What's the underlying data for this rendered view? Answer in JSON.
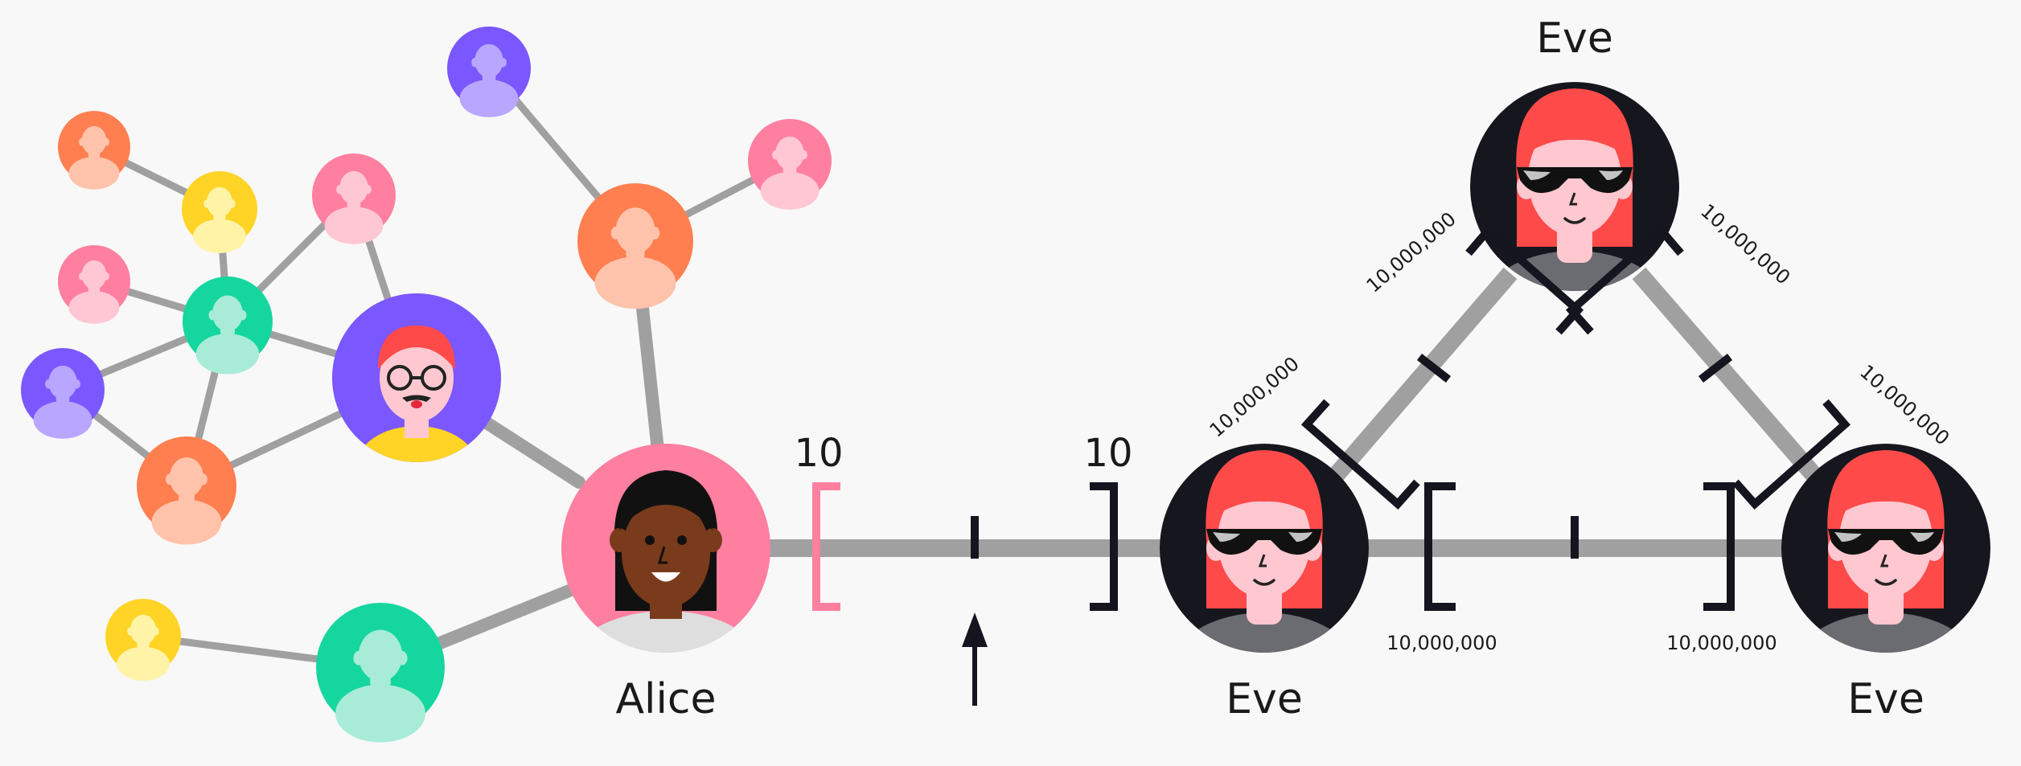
{
  "people": {
    "alice": {
      "name": "Alice",
      "skin": "#7a3b1c",
      "bg": "#ff7fa0"
    },
    "eve": {
      "name": "Eve",
      "bg": "#16161e",
      "hair": "#ff4a4a"
    }
  },
  "channels": {
    "alice_eve": {
      "left_capacity": "10",
      "right_capacity": "10"
    },
    "eve_triangle": {
      "left_upper": "10,000,000",
      "top_left": "10,000,000",
      "top_right": "10,000,000",
      "right_upper": "10,000,000",
      "bottom_left": "10,000,000",
      "bottom_right": "10,000,000"
    }
  },
  "colors": {
    "edge": "#a0a0a0",
    "bracket_dark": "#15151f",
    "bracket_pink": "#ff7fa0",
    "network_palette": [
      "#ff7f50",
      "#ffd426",
      "#ff7fa0",
      "#15d69e",
      "#7b57ff"
    ]
  },
  "icons": {
    "pointer": "arrow-up-icon",
    "generic_user": "user-icon"
  }
}
